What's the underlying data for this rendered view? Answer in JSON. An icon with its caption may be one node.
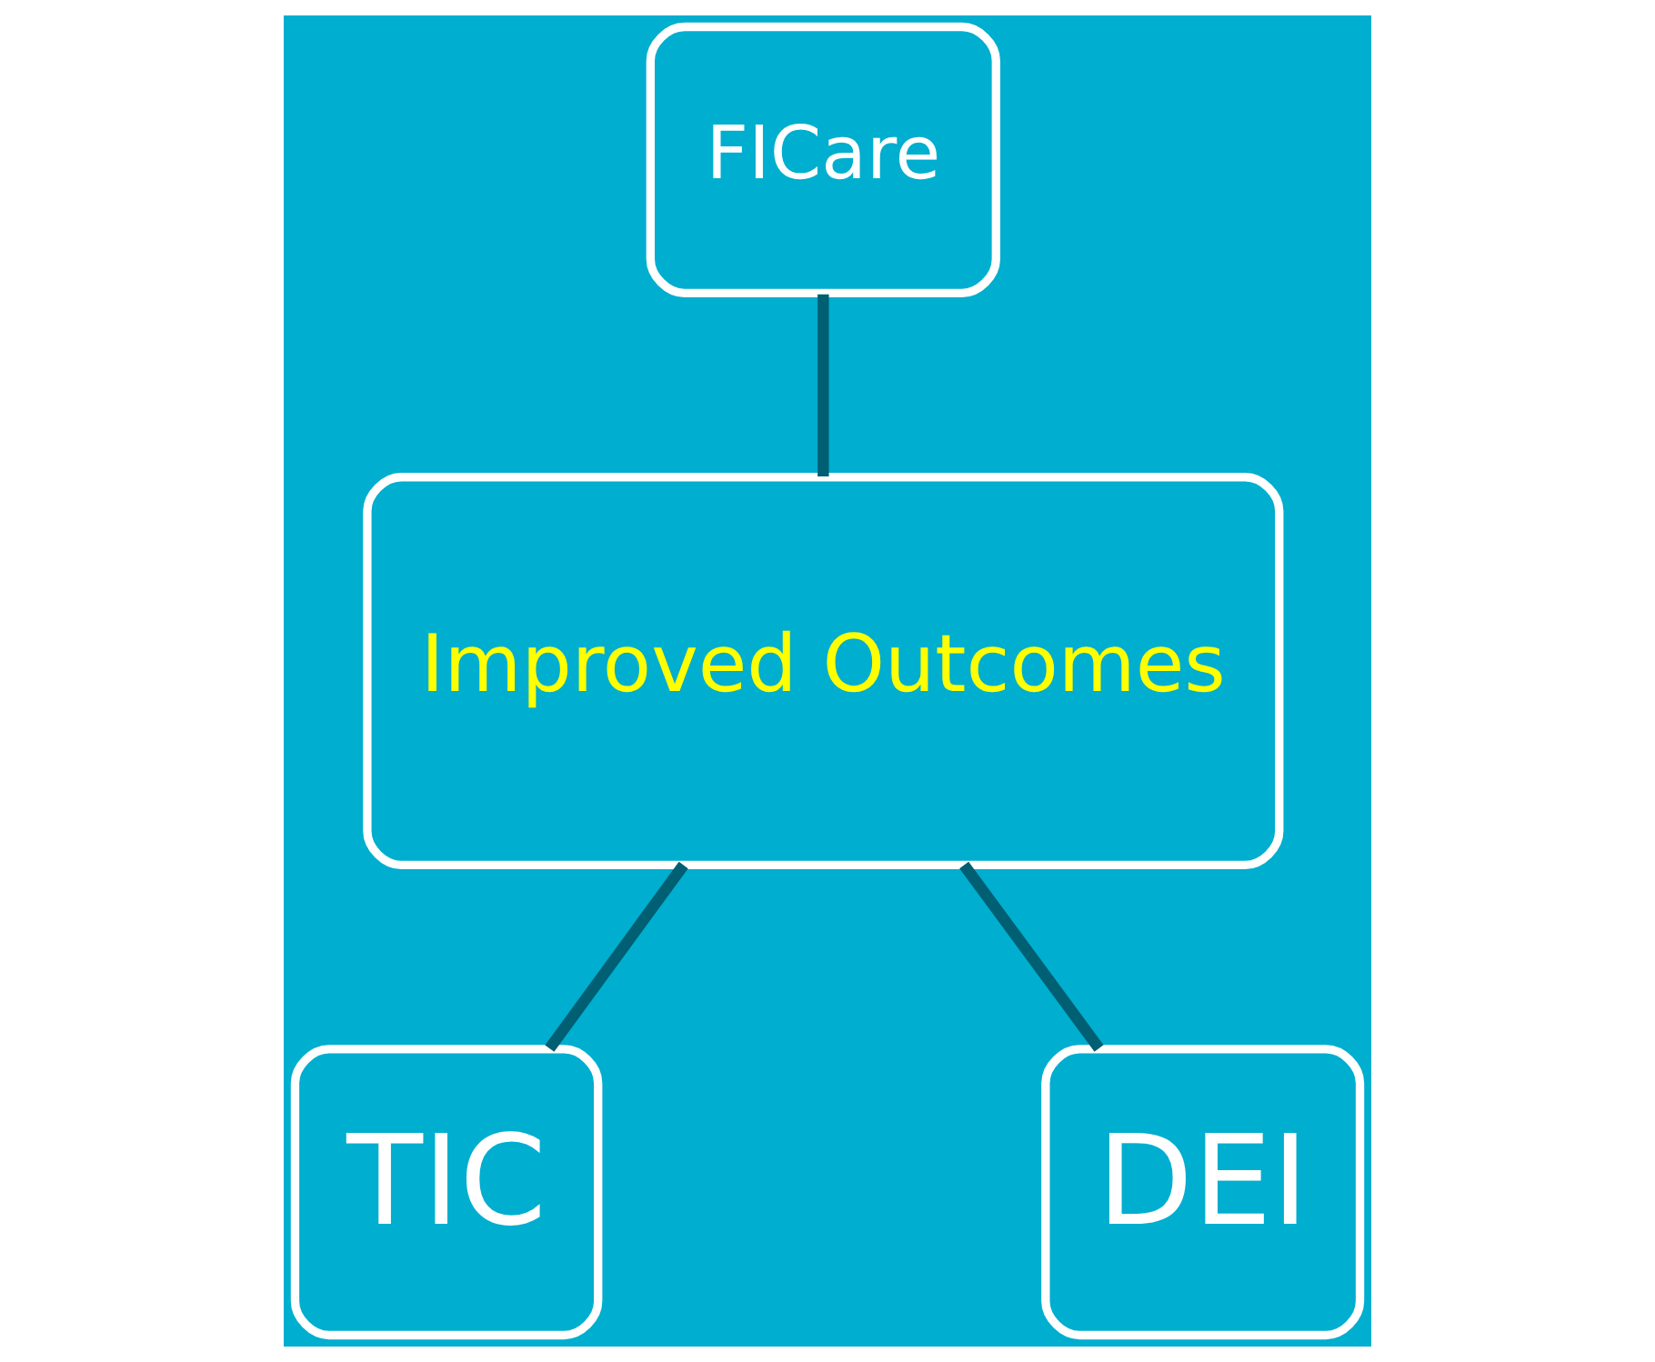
{
  "diagram": {
    "nodes": [
      {
        "text": [
          "FICare"
        ]
      },
      {
        "text": [
          "Improved Outcomes"
        ]
      },
      {
        "text": [
          "TIC"
        ]
      },
      {
        "text": [
          "DEI"
        ]
      }
    ],
    "edges": [
      {
        "from": 0,
        "to": 1,
        "arrow": "none"
      },
      {
        "from": 1,
        "to": 2,
        "arrow": "none"
      },
      {
        "from": 1,
        "to": 3,
        "arrow": "none"
      }
    ]
  }
}
